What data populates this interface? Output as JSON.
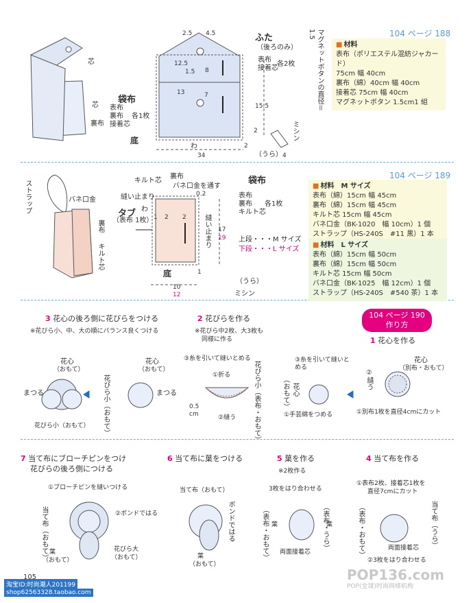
{
  "top": {
    "page_ref": "104 ページ 188",
    "material_header": "材料",
    "materials": [
      "表布（ポリエステル混紡ジャカード）",
      "75cm 幅 40cm",
      "裏布（綿）40cm 幅 40cm",
      "接着芯 75cm 幅 40cm",
      "マグネットボタン 1.5cm1 組"
    ],
    "label_shin1": "芯",
    "label_shin2": "芯",
    "label_urafu": "裏布",
    "futa_title": "ふた",
    "futa_sub": "（後ろのみ）",
    "futa_lines": [
      "表布",
      "接着芯"
    ],
    "futa_count": "各2枚",
    "fukuro_title": "袋布",
    "fukuro_lines": [
      "表布",
      "裏布",
      "接着芯"
    ],
    "fukuro_count": "各1枚",
    "soko": "底",
    "wa": "わ",
    "magnet": "マグネットボタンの直径＝1.5",
    "ura": "（うら）",
    "mishin": "ミシン",
    "dims": [
      "2.5",
      "4.5",
      "12.5",
      "1.5",
      "8",
      "13",
      "7",
      "15.5",
      "2",
      "2",
      "34",
      "4"
    ]
  },
  "middle": {
    "page_ref": "104 ページ 189",
    "m_header": "材料　M サイズ",
    "m_materials": [
      "表布（綿）15cm 幅 45cm",
      "裏布（綿）15cm 幅 45cm",
      "キルト芯 15cm 幅 45cm",
      "バネ口金（BK-1020　幅 10cm）1 個",
      "ストラップ（HS-240S　#11 黒）1 本"
    ],
    "l_header": "材料　L サイズ",
    "l_materials": [
      "表布（綿）15cm 幅 50cm",
      "裏布（綿）15cm 幅 50cm",
      "キルト芯 15cm 幅 50cm",
      "バネ口金（BK-1025　幅 12cm）1 個",
      "ストラップ（HS-240S　#540 茶）1 本"
    ],
    "strap": "ストラップ",
    "banekuchi": "バネ口金",
    "urafu": "裏布",
    "kiruto": "キルト芯",
    "urafu_top": "裏布",
    "kiruto_shin": "キルト芯",
    "banekuchi_toosu": "バネ口金を通す",
    "nuidomari": "縫い止まり",
    "tab": "タブ",
    "tab_sub": "（表布 1枚）",
    "wa": "わ",
    "soko": "底",
    "fukuro_title": "袋布",
    "fukuro_lines": [
      "表布",
      "裏布",
      "キルト芯"
    ],
    "fukuro_count": "各1枚",
    "nuidomari_v": "縫い止まり",
    "m_size": "上段・・・M サイズ",
    "l_size": "下段・・・L サイズ",
    "ura": "（うら）",
    "mishin": "ミシン",
    "dims": [
      "0.2",
      "1",
      "2",
      "2",
      "17",
      "19",
      "10",
      "12",
      "1"
    ]
  },
  "steps": {
    "badge_line1": "104 ページ 190",
    "badge_line2": "作り方",
    "s1_no": "1",
    "s1_title": "花心を作る",
    "s1_hanashin": "花心",
    "s1_sub": "（別布・おもて）",
    "s1_nui": "②縫う",
    "s1_cut": "①別布1枚を直径4cmにカット",
    "s1_ito": "③糸を引いて縫いとめる",
    "s1_omote": "（おもて）",
    "s1_hanashin2": "花心",
    "s1_wata": "①手芸綿をつめる",
    "s2_no": "2",
    "s2_title": "花びらを作る",
    "s2_note1": "※花びら中2枚、大3枚も",
    "s2_note2": "同様に作る",
    "s2_ito": "③糸を引いて縫いとめる",
    "s2_oru": "①折る",
    "s2_nui": "②縫う",
    "s2_hanabira": "花びら小（表布・おもて）",
    "s2_dim": "0.5 cm",
    "s3_no": "3",
    "s3_title": "花心の後ろ側に花びらをつける",
    "s3_note": "※花びら小、中、大の順にバランス良くつける",
    "s3_hanashin_a": "花心",
    "s3_omote_a": "（おもて）",
    "s3_hanashin_b": "花心",
    "s3_omote_b": "（おもて）",
    "s3_matsuru_a": "まつる",
    "s3_matsuru_b": "まつる",
    "s3_hanabira_v": "花びら小（おもて）",
    "s3_hanabira": "花びら小（おもて）",
    "s4_no": "4",
    "s4_title": "当て布を作る",
    "s4_cut1": "①表布2枚、接着芯1枚を",
    "s4_cut2": "直径7cmにカット",
    "s4_atenuno": "当て布（うら）",
    "s4_omote": "（表布・おもて）",
    "s4_ryomen": "両面接着芯",
    "s4_awase": "②3枚をはり合わせる",
    "s5_no": "5",
    "s5_title": "葉を作る",
    "s5_note": "※2枚作る",
    "s5_awase": "3枚をはり合わせる",
    "s5_omote": "（表布・おもて）",
    "s5_ura": "（表布・うら）",
    "s5_ha1": "葉",
    "s5_ha2": "葉",
    "s5_ryomen": "両面接着芯",
    "s6_no": "6",
    "s6_title": "当て布に葉をつける",
    "s6_atenuno": "当て布（おもて）",
    "s6_bond": "ボンドではる",
    "s6_ha": "葉",
    "s6_ha_omote": "（おもて）",
    "s7_no": "7",
    "s7_title1": "当て布にブローチピンをつけ",
    "s7_title2": "花びらの後ろ側につける",
    "s7_pin": "①ブローチピンを縫いつける",
    "s7_atenuno": "当て布（おもて）",
    "s7_bond": "②ボンドではる",
    "s7_ha": "葉",
    "s7_ha_omote": "（おもて）",
    "s7_hanabira": "花びら大",
    "s7_hanabira_omote": "（おもて）"
  },
  "footer": {
    "page_no": "105",
    "shop1": "淘宝ID:时尚潮人201199",
    "shop2": "shop62563328.taobao.com",
    "watermark": "POP136.com",
    "watermark_sub": "POP(全球)时尚网络机构"
  }
}
